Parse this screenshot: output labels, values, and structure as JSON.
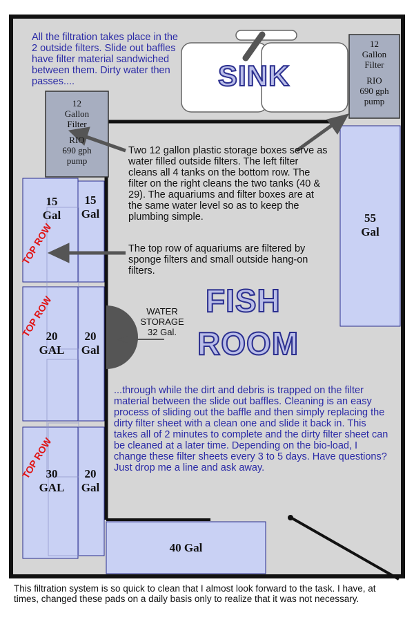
{
  "sink": {
    "label": "SINK"
  },
  "room": {
    "label_line1": "FISH",
    "label_line2": "ROOM"
  },
  "filters": {
    "left": {
      "line1": "12",
      "line2": "Gallon",
      "line3": "Filter",
      "pump1": "RIO",
      "pump2": "690 gph",
      "pump3": "pump"
    },
    "right": {
      "line1": "12",
      "line2": "Gallon",
      "line3": "Filter",
      "pump1": "RIO",
      "pump2": "690 gph",
      "pump3": "pump"
    }
  },
  "tanks": {
    "t15a_num": "15",
    "t15a_unit": "Gal",
    "t15b_num": "15",
    "t15b_unit": "Gal",
    "t20a_num": "20",
    "t20a_unit": "GAL",
    "t20b_num": "20",
    "t20b_unit": "Gal",
    "t30_num": "30",
    "t30_unit": "GAL",
    "t20c_num": "20",
    "t20c_unit": "Gal",
    "t55_num": "55",
    "t55_unit": "Gal",
    "t40": "40 Gal"
  },
  "top_row_label": "TOP ROW",
  "water_storage": {
    "line1": "WATER",
    "line2": "STORAGE",
    "line3": "32 Gal."
  },
  "texts": {
    "intro": "All the filtration takes place in the 2 outside filters. Slide out baffles have filter material sandwiched between them. Dirty water then passes....",
    "boxes": "Two 12 gallon plastic storage boxes serve as water filled outside filters. The left filter cleans all 4 tanks on the bottom row. The filter on the right cleans the two tanks (40 & 29). The aquariums and filter boxes are at the same water level so as to keep the plumbing simple.",
    "top_row": "The top row of aquariums are filtered by sponge filters and small outside hang-on filters.",
    "through": "...through while the dirt and debris is trapped on the filter material between the slide out baffles. Cleaning is an easy process of sliding out the baffle and then simply replacing the dirty filter sheet with a clean one and slide it back in. This takes all of 2 minutes to complete and the dirty filter sheet can be cleaned at a later time. Depending on the bio-load, I change these filter sheets every 3 to 5 days.  Have questions? Just drop me a line and ask away.",
    "footer": "This filtration system is so quick to clean that I almost look forward to the task. I have, at times, changed these pads on a daily basis only to realize that it was not necessary."
  },
  "colors": {
    "room": "#d6d6d6",
    "tank": "#c9d1f4",
    "tank_border": "#2b2f8f",
    "filter": "#a7aec0",
    "arrow": "#555555",
    "accent_red": "#e01515",
    "text_blue": "#2a2aa6"
  }
}
